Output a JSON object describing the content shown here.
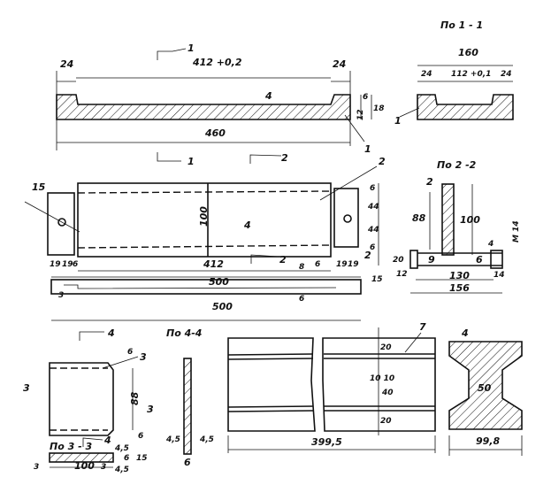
{
  "titles": {
    "sec11": "По 1 - 1",
    "sec22": "По 2 -2",
    "sec44": "По 4-4",
    "sec33": "По 3 - 3"
  },
  "top": {
    "d24a": "24",
    "d412": "412 +0,2",
    "d24b": "24",
    "d460": "460",
    "rough": "4",
    "d12": "12",
    "d6": "6",
    "d18": "18",
    "mark": "1",
    "cut1": "1"
  },
  "sec11": {
    "d160": "160",
    "d24a": "24",
    "d112": "112 +0,1",
    "d24b": "24",
    "mark": "1"
  },
  "plan": {
    "cut1": "1",
    "cut2": "2",
    "d15": "15",
    "mark2": "2",
    "d100": "100",
    "rough": "4",
    "d19a": "19",
    "d19b": "19",
    "d6a": "6",
    "d412": "412",
    "d6b": "6",
    "d19c": "19",
    "d19d": "19",
    "d500": "500",
    "v6a": "6",
    "v44a": "44",
    "v44b": "44",
    "v6b": "6"
  },
  "sec22": {
    "mark2": "2",
    "d88": "88",
    "d100": "100",
    "d9": "9",
    "d6": "6"
  },
  "pin": {
    "d20": "20",
    "d12": "12",
    "d130": "130",
    "d156": "156",
    "d14": "14",
    "thread": "M 14",
    "mark4": "4"
  },
  "rail": {
    "cut2": "2",
    "mark2": "2",
    "d8": "8",
    "d6": "6",
    "d15": "15",
    "d3": "3",
    "d500": "500"
  },
  "plate": {
    "cut4a": "4",
    "cut4b": "4",
    "cut3a": "3",
    "cut3b": "3",
    "mark3": "3",
    "d88": "88",
    "d6a": "6",
    "d6b": "6"
  },
  "sec44": {
    "d45a": "4,5",
    "d45b": "4,5",
    "d6": "6"
  },
  "sec33": {
    "d3a": "3",
    "d100": "100",
    "d3b": "3",
    "d45a": "4,5",
    "d45b": "4,5",
    "d6": "6",
    "d15": "15"
  },
  "beam": {
    "mark7": "7",
    "d20a": "20",
    "d1010": "10 10",
    "d40": "40",
    "d20b": "20",
    "d3995": "399,5"
  },
  "isec": {
    "rough": "4",
    "d50": "50",
    "d998": "99,8"
  }
}
